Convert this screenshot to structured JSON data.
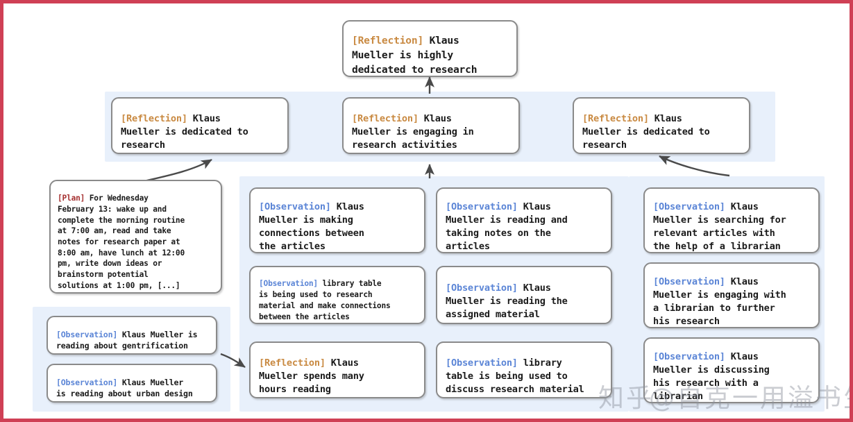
{
  "figure": {
    "border_color": "#cf4055",
    "panel_color": "#e8f0fb",
    "tag_colors": {
      "reflection": "#c98a42",
      "observation": "#5b85d6",
      "plan": "#a63232"
    }
  },
  "top": {
    "tag": "[Reflection]",
    "text": " Klaus\nMueller is highly\ndedicated to research"
  },
  "reflections": [
    {
      "tag": "[Reflection]",
      "text": " Klaus\nMueller is dedicated to\nresearch"
    },
    {
      "tag": "[Reflection]",
      "text": " Klaus\nMueller is engaging in\nresearch activities"
    },
    {
      "tag": "[Reflection]",
      "text": " Klaus\nMueller is dedicated to\nresearch"
    }
  ],
  "plan": {
    "tag": "[Plan]",
    "text": " For Wednesday\nFebruary 13: wake up and\ncomplete the morning routine\nat 7:00 am, read and take\nnotes for research paper at\n8:00 am, have lunch at 12:00\npm, write down ideas or\nbrainstorm potential\nsolutions at 1:00 pm, [...]"
  },
  "bottom_left": [
    {
      "tag": "[Observation]",
      "text": " Klaus Mueller is\nreading about gentrification"
    },
    {
      "tag": "[Observation]",
      "text": " Klaus Mueller\nis reading about urban design"
    }
  ],
  "column1": [
    {
      "tag": "[Observation]",
      "text": " Klaus\nMueller is making\nconnections between\nthe articles"
    },
    {
      "tag": "[Observation]",
      "text": " library table\nis being used to research\nmaterial and make connections\nbetween the articles"
    },
    {
      "tag": "[Reflection]",
      "text": " Klaus\nMueller spends many\nhours reading"
    }
  ],
  "column2": [
    {
      "tag": "[Observation]",
      "text": " Klaus\nMueller is reading and\ntaking notes on the\narticles"
    },
    {
      "tag": "[Observation]",
      "text": " Klaus\nMueller is reading the\nassigned material"
    },
    {
      "tag": "[Observation]",
      "text": " library\ntable is being used to\ndiscuss research material"
    }
  ],
  "column3": [
    {
      "tag": "[Observation]",
      "text": " Klaus\nMueller is searching for\nrelevant articles with\nthe help of a librarian"
    },
    {
      "tag": "[Observation]",
      "text": " Klaus\nMueller is engaging with\na librarian to further\nhis research"
    },
    {
      "tag": "[Observation]",
      "text": " Klaus\nMueller is discussing\nhis research with a\nlibrarian"
    }
  ],
  "watermark": {
    "left": "知乎",
    "right": "@自克一用溢书生"
  }
}
